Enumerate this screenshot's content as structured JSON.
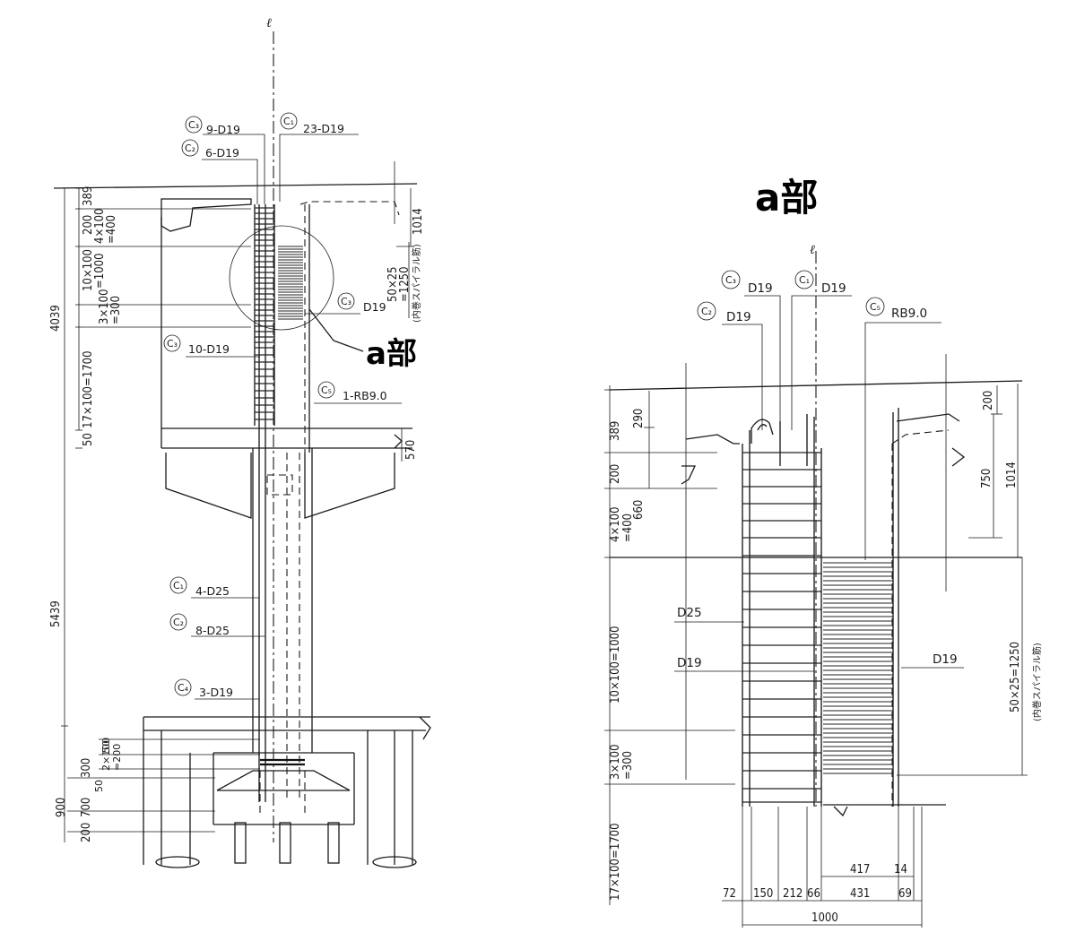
{
  "centerline_symbol": "ℓ",
  "callout_title": "a部",
  "callout_label": "a部",
  "left_view": {
    "marks": [
      {
        "mark": "C3",
        "text": "9-D19"
      },
      {
        "mark": "C1",
        "text": "23-D19"
      },
      {
        "mark": "C2",
        "text": "6-D19"
      },
      {
        "mark": "C3",
        "text": "D19"
      },
      {
        "mark": "C3",
        "text": "10-D19"
      },
      {
        "mark": "C5",
        "text": "1-RB9.0"
      },
      {
        "mark": "C1",
        "text": "4-D25"
      },
      {
        "mark": "C2",
        "text": "8-D25"
      },
      {
        "mark": "C4",
        "text": "3-D19"
      }
    ],
    "dims": {
      "d389": "389",
      "d200": "200",
      "d4x100": "4×100",
      "d400": "=400",
      "d10x100": "10×100",
      "d1000": "=1000",
      "d3x100": "3×100",
      "d300": "=300",
      "d4039": "4039",
      "d17x100": "17×100=1700",
      "d50": "50",
      "d5439": "5439",
      "d1014": "1014",
      "d50x25": "50×25",
      "d1250": "=1250",
      "spiral_note": "(内巻スパイラル筋)",
      "d570": "570",
      "f50": "50",
      "f2x100": "2×100",
      "f200": "=200",
      "f300": "300",
      "f50b": "50",
      "f900": "900",
      "f700": "700",
      "f200b": "200"
    }
  },
  "right_view": {
    "marks": [
      {
        "mark": "C3",
        "text": "D19"
      },
      {
        "mark": "C1",
        "text": "D19"
      },
      {
        "mark": "C2",
        "text": "D19"
      },
      {
        "mark": "C5",
        "text": "RB9.0"
      }
    ],
    "labels": {
      "d25": "D25",
      "d19a": "D19",
      "d19b": "D19"
    },
    "dims": {
      "r389": "389",
      "r290": "290",
      "r200": "200",
      "r660": "660",
      "r4x100": "4×100",
      "r400": "=400",
      "r10x100": "10×100=1000",
      "r3x100": "3×100",
      "r300": "=300",
      "r17x100": "17×100=1700",
      "r200top": "200",
      "r750": "750",
      "r1014": "1014",
      "r50x25": "50×25=1250",
      "spiral_note": "(内巻スパイラル筋)",
      "b417": "417",
      "b14": "14",
      "b72": "72",
      "b150": "150",
      "b212": "212",
      "b66": "66",
      "b431": "431",
      "b69": "69",
      "b1000": "1000"
    }
  }
}
